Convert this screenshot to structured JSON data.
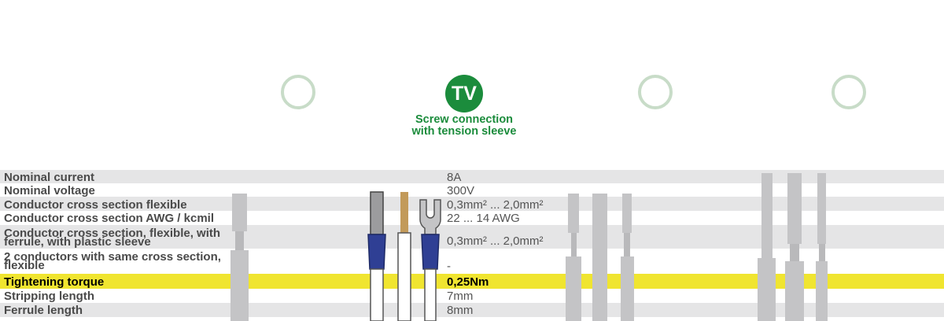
{
  "connection_options": {
    "active_code": "TV",
    "active_label_line1": "Screw connection",
    "active_label_line2": "with tension sleeve"
  },
  "colors": {
    "accent_green": "#1b8c3c",
    "inactive_circle": "#c8dcc8",
    "row_grey": "#e5e5e6",
    "highlight_yellow": "#f0e530",
    "ferrule_blue": "#2f3f94",
    "wire_copper": "#c29a5a"
  },
  "specs": [
    {
      "label": "Nominal current",
      "value": "8A"
    },
    {
      "label": "Nominal voltage",
      "value": "300V"
    },
    {
      "label": "Conductor cross section flexible",
      "value": "0,3mm² ... 2,0mm²"
    },
    {
      "label": "Conductor cross section AWG / kcmil",
      "value": "22 ... 14 AWG"
    },
    {
      "label_line1": "Conductor cross section, flexible, with",
      "label_line2": "ferrule, with plastic sleeve",
      "value": "0,3mm² ... 2,0mm²"
    },
    {
      "label_line1": "2 conductors with same cross section,",
      "label_line2": "flexible",
      "value": "-"
    },
    {
      "label": "Tightening torque",
      "value": "0,25Nm"
    },
    {
      "label": "Stripping length",
      "value": "7mm"
    },
    {
      "label": "Ferrule length",
      "value": "8mm"
    }
  ],
  "illustrations": {
    "wire_ferrule": "wire-with-ferrule-icon",
    "bare_wire": "stripped-wire-icon",
    "fork_terminal": "fork-cable-lug-icon"
  }
}
